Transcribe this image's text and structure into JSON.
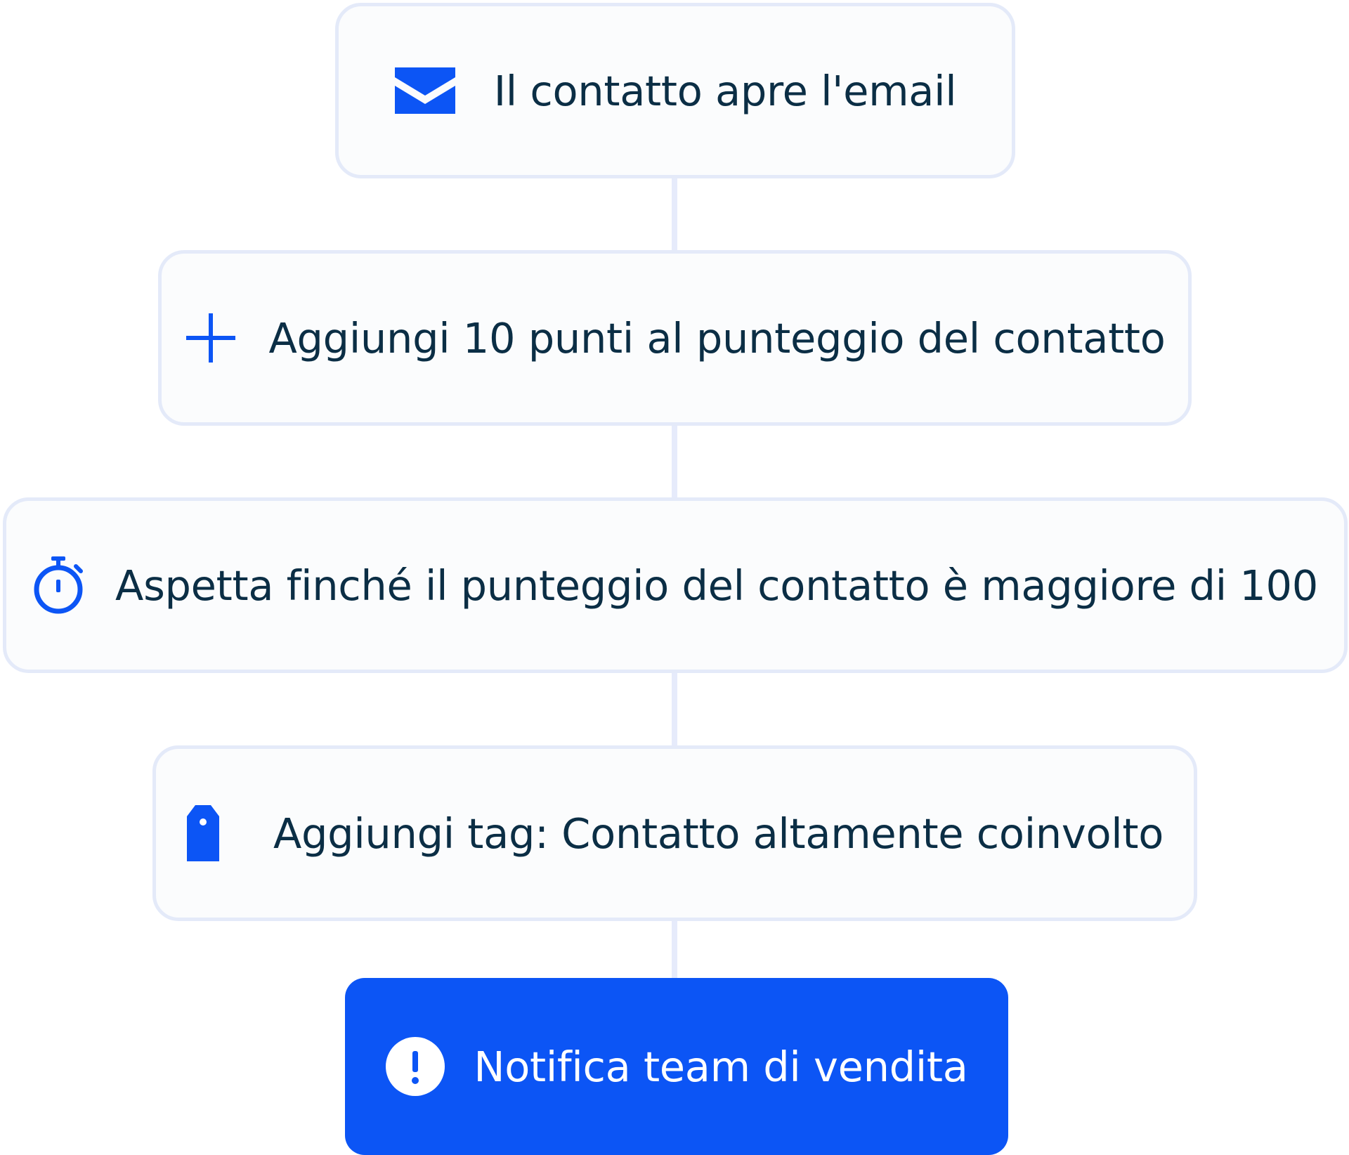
{
  "colors": {
    "accent": "#0c55f5",
    "text": "#0b2e45",
    "node_border": "#e4eaf9",
    "connector": "#e6ebfb"
  },
  "steps": [
    {
      "icon": "envelope-icon",
      "label": "Il contatto apre l'email"
    },
    {
      "icon": "plus-icon",
      "label": "Aggiungi 10 punti al punteggio del contatto"
    },
    {
      "icon": "stopwatch-icon",
      "label": "Aspetta finché il punteggio del contatto è maggiore di 100"
    },
    {
      "icon": "tag-icon",
      "label": "Aggiungi tag: Contatto altamente coinvolto"
    },
    {
      "icon": "alert-icon",
      "label": "Notifica team di vendita"
    }
  ]
}
